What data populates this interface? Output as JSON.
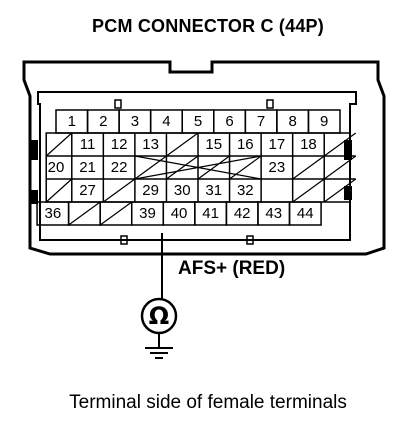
{
  "title": "PCM CONNECTOR C (44P)",
  "caption": "Terminal side of female terminals",
  "probe": {
    "label": "AFS+ (RED)",
    "meter_symbol": "Ω",
    "terminal": "39"
  },
  "rows": [
    [
      "1",
      "2",
      "3",
      "4",
      "5",
      "6",
      "7",
      "8",
      "9"
    ],
    [
      "",
      "11",
      "12",
      "13",
      "",
      "15",
      "16",
      "17",
      "18",
      ""
    ],
    [
      "20",
      "21",
      "22",
      "",
      "",
      "",
      "",
      "23",
      "",
      ""
    ],
    [
      "",
      "27",
      "",
      "29",
      "30",
      "31",
      "32",
      "",
      "",
      ""
    ],
    [
      "36",
      "",
      "",
      "39",
      "40",
      "41",
      "42",
      "43",
      "44"
    ]
  ]
}
